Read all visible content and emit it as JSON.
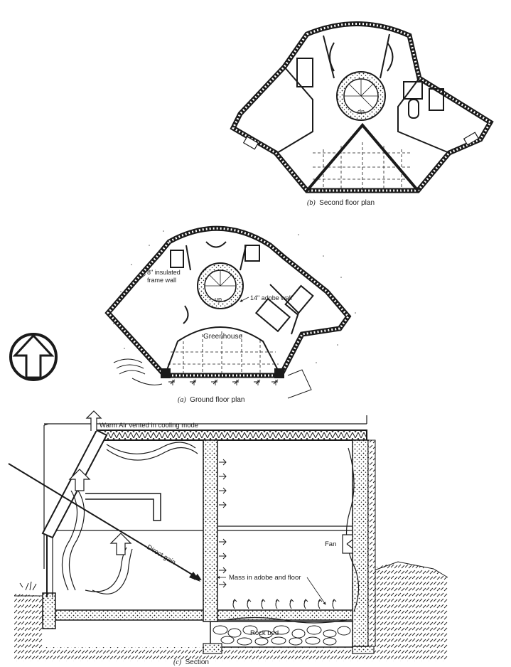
{
  "figure": {
    "ink_color": "#1a1a1a",
    "paper_color": "#ffffff",
    "second_floor": {
      "stair_label": "dn",
      "caption_letter": "(b)",
      "caption_text": "Second  floor plan"
    },
    "ground_floor": {
      "label_frame_wall_1": "8\" insulated",
      "label_frame_wall_2": "frame wall",
      "label_stair": "up",
      "label_adobe_wall": "14\" adobe wall",
      "label_greenhouse": "Greenhouse",
      "caption_letter": "(a)",
      "caption_text": "Ground floor plan"
    },
    "north_arrow": {
      "icon": "north-arrow-icon"
    },
    "section": {
      "label_warm_air": "Warm Air vented in cooling mode",
      "label_direct_gain": "Direct gain",
      "label_fan": "Fan",
      "label_mass": "Mass in adobe and floor",
      "label_rock_bed": "Rock bed",
      "caption_letter": "(c)",
      "caption_text": "Section"
    }
  }
}
